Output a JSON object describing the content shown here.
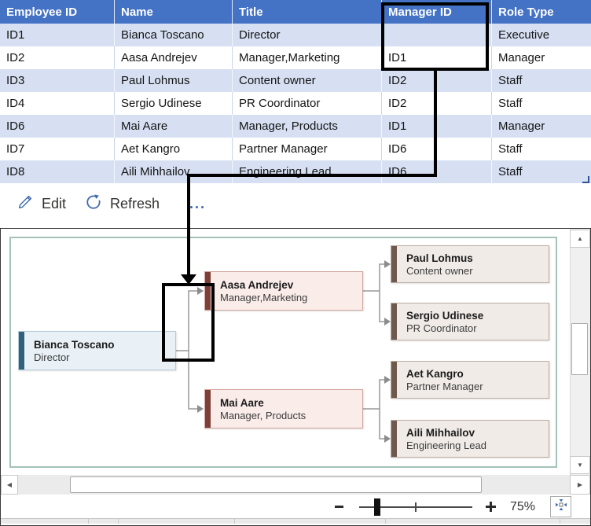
{
  "table": {
    "headers": [
      "Employee ID",
      "Name",
      "Title",
      "Manager ID",
      "Role Type"
    ],
    "rows": [
      [
        "ID1",
        "Bianca Toscano",
        "Director",
        "",
        "Executive"
      ],
      [
        "ID2",
        "Aasa Andrejev",
        "Manager,Marketing",
        "ID1",
        "Manager"
      ],
      [
        "ID3",
        "Paul Lohmus",
        "Content owner",
        "ID2",
        "Staff"
      ],
      [
        "ID4",
        "Sergio Udinese",
        "PR Coordinator",
        "ID2",
        "Staff"
      ],
      [
        "ID6",
        "Mai Aare",
        "Manager, Products",
        "ID1",
        "Manager"
      ],
      [
        "ID7",
        "Aet Kangro",
        "Partner Manager",
        "ID6",
        "Staff"
      ],
      [
        "ID8",
        "Aili Mihhailov",
        "Engineering Lead",
        "ID6",
        "Staff"
      ]
    ]
  },
  "toolbar": {
    "edit_label": "Edit",
    "refresh_label": "Refresh"
  },
  "org_chart": {
    "nodes": [
      {
        "name": "Bianca Toscano",
        "title": "Director",
        "role": "executive"
      },
      {
        "name": "Aasa Andrejev",
        "title": "Manager,Marketing",
        "role": "manager"
      },
      {
        "name": "Mai Aare",
        "title": "Manager, Products",
        "role": "manager"
      },
      {
        "name": "Paul Lohmus",
        "title": "Content owner",
        "role": "staff"
      },
      {
        "name": "Sergio Udinese",
        "title": "PR Coordinator",
        "role": "staff"
      },
      {
        "name": "Aet Kangro",
        "title": "Partner Manager",
        "role": "staff"
      },
      {
        "name": "Aili Mihhailov",
        "title": "Engineering Lead",
        "role": "staff"
      }
    ]
  },
  "scrollbars": {
    "up": "▲",
    "down": "▼",
    "left": "◀",
    "right": "▶"
  },
  "zoom_bar": {
    "level": "75%"
  },
  "colors": {
    "header_blue": "#4472C4",
    "band_blue": "#D6E0F2",
    "icon_blue": "#3E68B0",
    "canvas_border_teal": "#A3C2B9",
    "executive_accent": "#2F617C",
    "manager_accent": "#7C4038",
    "staff_accent": "#6E594E",
    "connector_gray": "#999999",
    "annotation_black": "#000000"
  }
}
